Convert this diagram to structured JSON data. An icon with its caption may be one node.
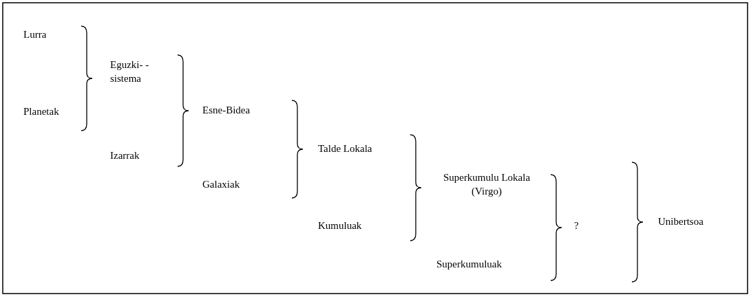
{
  "diagram": {
    "labels": [
      "Lurra",
      "Eguzki- -sistema",
      "Planetak",
      "Esne-Bidea",
      "Izarrak",
      "Talde Lokala",
      "Galaxiak",
      "Superkumulu Lokala (Virgo)",
      "Kumuluak",
      "?",
      "Unibertsoa",
      "Superkumuluak"
    ]
  }
}
